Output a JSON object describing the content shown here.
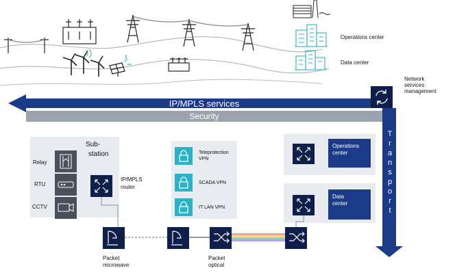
{
  "banners": {
    "ip_mpls": "IP/MPLS services",
    "security": "Security",
    "transport": [
      "T",
      "r",
      "a",
      "n",
      "s",
      "p",
      "o",
      "r",
      "t"
    ]
  },
  "top": {
    "operations_center": "Operations center",
    "data_center": "Data center",
    "network_services_management": [
      "Network",
      "services",
      "management"
    ]
  },
  "substation": {
    "title": [
      "Sub-",
      "station"
    ],
    "devices": [
      "Relay",
      "RTU",
      "CCTV"
    ],
    "router_label": [
      "IP/MPLS",
      "router"
    ]
  },
  "vpns": [
    {
      "label": [
        "Teleprotection",
        "VPN"
      ]
    },
    {
      "label": [
        "SCADA VPN"
      ]
    },
    {
      "label": [
        "IT LAN VPN"
      ]
    }
  ],
  "sites": {
    "operations_center": [
      "Operations",
      "center"
    ],
    "data_center": [
      "Data",
      "center"
    ]
  },
  "bottom": {
    "packet_microwave": [
      "Packet",
      "microwave"
    ],
    "packet_optical": [
      "Packet",
      "optical"
    ]
  },
  "colors": {
    "navy": "#0d1f4a",
    "blue": "#1b3a88",
    "teal": "#2ab3c6",
    "gray_panel": "#e8ebef",
    "security_gray": "#9aa3ae"
  }
}
